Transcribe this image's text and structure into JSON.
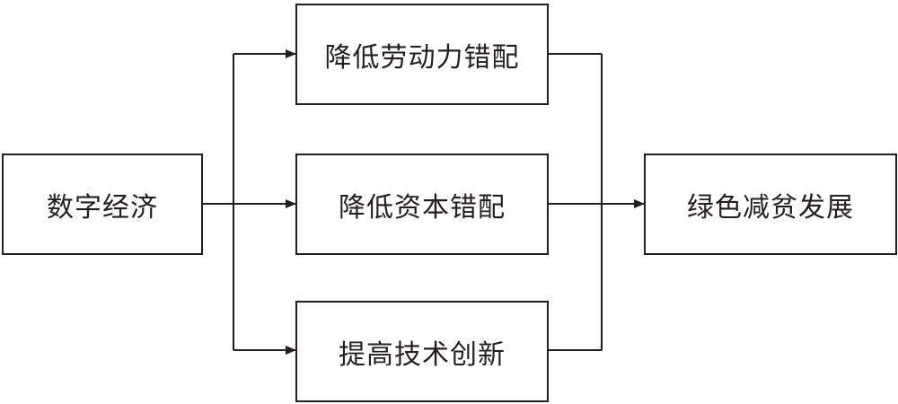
{
  "nodes": {
    "source": {
      "label": "数字经济"
    },
    "mediator_labor": {
      "label": "降低劳动力错配"
    },
    "mediator_capital": {
      "label": "降低资本错配"
    },
    "mediator_innovation": {
      "label": "提高技术创新"
    },
    "outcome": {
      "label": "绿色减贫发展"
    }
  },
  "edges": [
    {
      "from": "source",
      "to": "mediator_labor"
    },
    {
      "from": "source",
      "to": "mediator_capital"
    },
    {
      "from": "source",
      "to": "mediator_innovation"
    },
    {
      "from": "mediator_labor",
      "to": "outcome"
    },
    {
      "from": "mediator_capital",
      "to": "outcome"
    },
    {
      "from": "mediator_innovation",
      "to": "outcome"
    }
  ],
  "colors": {
    "line": "#231f20",
    "text": "#231f20",
    "background": "#ffffff"
  }
}
